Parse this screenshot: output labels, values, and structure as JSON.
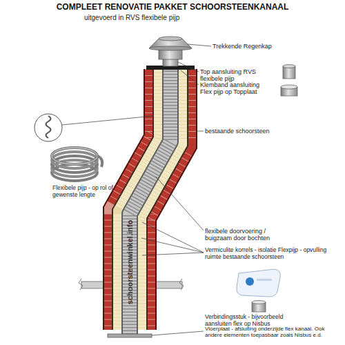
{
  "diagram": {
    "title": "COMPLEET RENOVATIE PAKKET SCHOORSTEENKANAAL",
    "labels": [
      "uitgevoerd in RVS flexibele pijp",
      "Trekkende Regenkap",
      "Top aansluiting RVS flexibele pijp",
      "Klemband aansluiting Flex pijp op Topplaat",
      "bestaande schoorsteen",
      "Flexibele pijp - op rol of gewenste lengte",
      "flexibele doorvoering / buigzaam door bochten",
      "Vermiculite korrels - isolatie Flexpijp - opvulling ruimte bestaande schoorsteen",
      "schoorsteenwinkel.info",
      "Verbindingsstuk - bijvoorbeeld aansluiten flex op Nisbus",
      "Vloerplaat - afsluiting onderzijde flex kanaal. Ook andere elementen toepasbaar zoals Nisbus e.d."
    ]
  }
}
